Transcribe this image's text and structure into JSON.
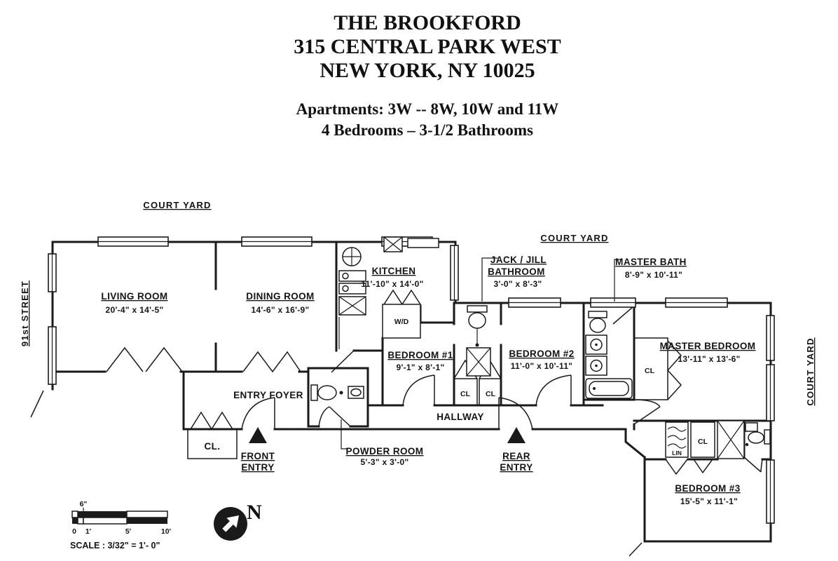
{
  "header": {
    "building": "THE BROOKFORD",
    "address": "315 CENTRAL PARK WEST",
    "city_state_zip": "NEW YORK, NY 10025",
    "apartments_line": "Apartments: 3W -- 8W,  10W and 11W",
    "rooms_line": "4 Bedrooms – 3-1/2 Bathrooms"
  },
  "site_labels": {
    "court_yard_top_left": "COURT YARD",
    "court_yard_center": "COURT YARD",
    "court_yard_right": "COURT YARD",
    "street_left": "91st STREET"
  },
  "rooms": {
    "living_room": {
      "name": "LIVING ROOM",
      "dims": "20'-4\" x 14'-5\""
    },
    "dining_room": {
      "name": "DINING ROOM",
      "dims": "14'-6\" x 16'-9\""
    },
    "kitchen": {
      "name": "KITCHEN",
      "dims": "11'-10\" x 14'-0\""
    },
    "bedroom_1": {
      "name": "BEDROOM #1",
      "dims": "9'-1\" x 8'-1\""
    },
    "bedroom_2": {
      "name": "BEDROOM #2",
      "dims": "11'-0\" x 10'-11\""
    },
    "bedroom_3": {
      "name": "BEDROOM #3",
      "dims": "15'-5\" x 11'-1\""
    },
    "master_bedroom": {
      "name": "MASTER BEDROOM",
      "dims": "13'-11\" x 13'-6\""
    },
    "master_bath": {
      "name": "MASTER BATH",
      "dims": "8'-9\" x 10'-11\""
    },
    "jack_jill_bathroom": {
      "name_line1": "JACK / JILL",
      "name_line2": "BATHROOM",
      "dims": "3'-0\" x 8'-3\""
    },
    "powder_room": {
      "name": "POWDER ROOM",
      "dims": "5'-3\" x 3'-0\""
    },
    "entry_foyer": {
      "name": "ENTRY FOYER"
    },
    "hallway": {
      "name": "HALLWAY"
    }
  },
  "entries": {
    "front": {
      "line1": "FRONT",
      "line2": "ENTRY"
    },
    "rear": {
      "line1": "REAR",
      "line2": "ENTRY"
    }
  },
  "closets": {
    "cl": "CL",
    "cl_period": "CL.",
    "lin": "LIN",
    "wd": "W/D"
  },
  "scale_bar": {
    "six_inches": "6\"",
    "tick_0": "0",
    "tick_1": "1'",
    "tick_5": "5'",
    "tick_10": "10'",
    "scale_text": "SCALE : 3/32\" = 1'- 0\""
  },
  "compass": {
    "north_label": "N"
  }
}
